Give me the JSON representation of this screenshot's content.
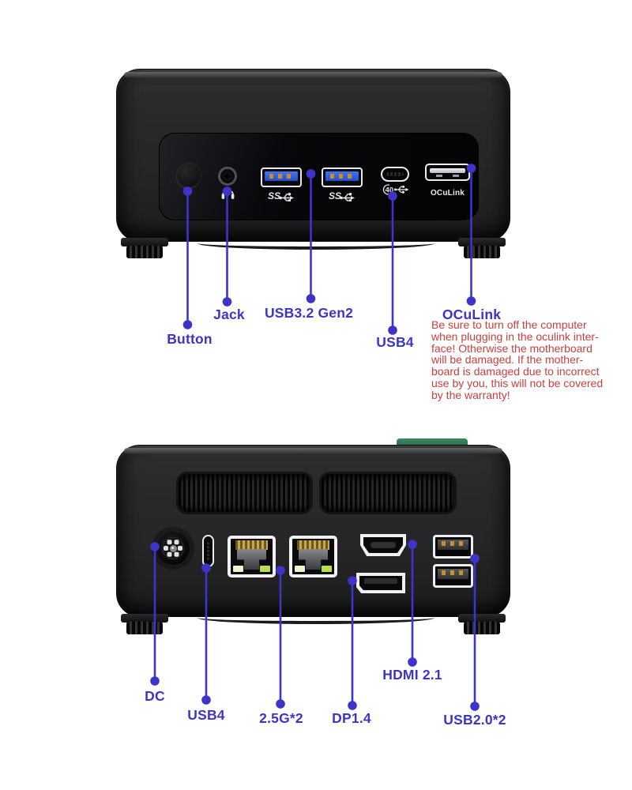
{
  "colors": {
    "callout_blue": "#3d34c9",
    "warning_red": "#c9403c",
    "usb3_blue": "#2c5fe4",
    "lan_led_green": "#b4e14e",
    "chassis_green_tab": "#2f7050"
  },
  "front_view": {
    "callouts": {
      "button": "Button",
      "jack": "Jack",
      "usb32": "USB3.2 Gen2",
      "usb4": "USB4",
      "oculink": "OCuLink"
    },
    "port_markings": {
      "usb_ss_1": "SS",
      "usb_ss_2": "SS",
      "usbc_speed": "40",
      "oculink_port": "OCuLink"
    },
    "warning_lines": [
      "Be sure to turn off the computer",
      "when plugging in the oculink inter-",
      "face! Otherwise the motherboard",
      "will be damaged. If the mother-",
      "board is damaged due to incorrect",
      "use by you, this will not be covered",
      "by the warranty!"
    ]
  },
  "rear_view": {
    "callouts": {
      "dc": "DC",
      "usb4": "USB4",
      "lan": "2.5G*2",
      "dp": "DP1.4",
      "hdmi": "HDMI 2.1",
      "usb2": "USB2.0*2"
    }
  }
}
